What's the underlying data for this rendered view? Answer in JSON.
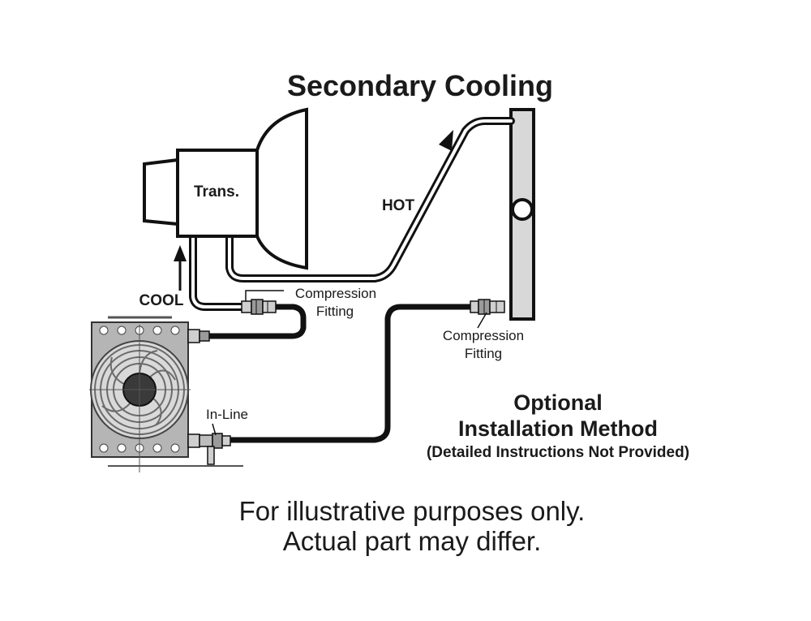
{
  "title": "Secondary Cooling",
  "labels": {
    "trans": "Trans.",
    "hot": "HOT",
    "cool": "COOL",
    "compression_fitting_1_line1": "Compression",
    "compression_fitting_1_line2": "Fitting",
    "compression_fitting_2_line1": "Compression",
    "compression_fitting_2_line2": "Fitting",
    "in_line": "In-Line"
  },
  "optional": {
    "line1": "Optional",
    "line2": "Installation Method",
    "line3": "(Detailed Instructions Not Provided)"
  },
  "disclaimer": {
    "line1": "For illustrative purposes only.",
    "line2": "Actual part may differ."
  }
}
